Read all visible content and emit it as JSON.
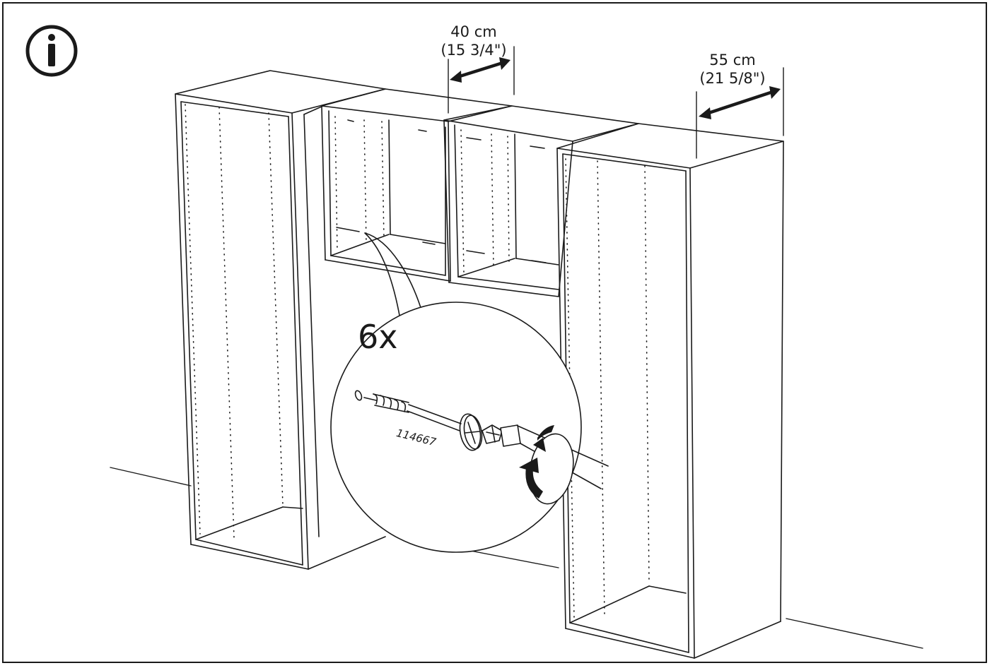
{
  "info_icon": "info-icon",
  "dimensions": {
    "depth_short": {
      "metric": "40 cm",
      "imperial": "(15 3/4\")"
    },
    "depth_long": {
      "metric": "55 cm",
      "imperial": "(21 5/8\")"
    }
  },
  "screw": {
    "quantity": "6x",
    "article_number": "114667"
  },
  "colors": {
    "ink": "#1a1a1a",
    "background": "#ffffff"
  }
}
